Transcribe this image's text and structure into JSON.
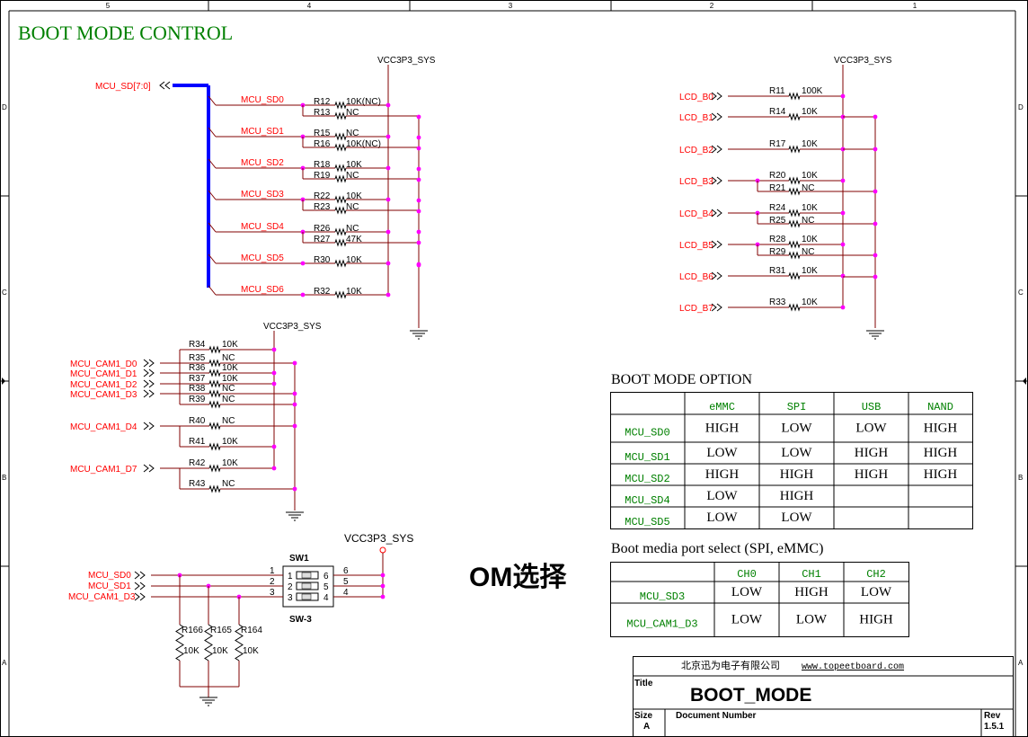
{
  "frame": {
    "col_numbers": [
      "5",
      "4",
      "3",
      "2",
      "1"
    ],
    "row_letters_left": [
      "D",
      "C",
      "B",
      "A"
    ],
    "row_letters_right": [
      "D",
      "C",
      "B",
      "A"
    ]
  },
  "title": "BOOT MODE CONTROL",
  "power_labels": {
    "vcc_sd": "VCC3P3_SYS",
    "vcc_lcd": "VCC3P3_SYS",
    "vcc_cam": "VCC3P3_SYS",
    "vcc_sw": "VCC3P3_SYS"
  },
  "sd_bus": {
    "bus_label": "MCU_SD[7:0]",
    "nets": [
      {
        "net": "MCU_SD0",
        "r1": "R12",
        "v1": "10K(NC)",
        "r2": "R13",
        "v2": "NC"
      },
      {
        "net": "MCU_SD1",
        "r1": "R15",
        "v1": "NC",
        "r2": "R16",
        "v2": "10K(NC)"
      },
      {
        "net": "MCU_SD2",
        "r1": "R18",
        "v1": "10K",
        "r2": "R19",
        "v2": "NC"
      },
      {
        "net": "MCU_SD3",
        "r1": "R22",
        "v1": "10K",
        "r2": "R23",
        "v2": "NC"
      },
      {
        "net": "MCU_SD4",
        "r1": "R26",
        "v1": "NC",
        "r2": "R27",
        "v2": "47K"
      },
      {
        "net": "MCU_SD5",
        "r1": "R30",
        "v1": "10K",
        "r2": "",
        "v2": ""
      },
      {
        "net": "MCU_SD6",
        "r1": "R32",
        "v1": "10K",
        "r2": "",
        "v2": ""
      }
    ]
  },
  "lcd": {
    "nets": [
      {
        "net": "LCD_B0",
        "r1": "R11",
        "v1": "100K",
        "r2": "",
        "v2": ""
      },
      {
        "net": "LCD_B1",
        "r1": "R14",
        "v1": "10K",
        "r2": "",
        "v2": ""
      },
      {
        "net": "LCD_B2",
        "r1": "R17",
        "v1": "10K",
        "r2": "",
        "v2": ""
      },
      {
        "net": "LCD_B3",
        "r1": "R20",
        "v1": "10K",
        "r2": "R21",
        "v2": "NC"
      },
      {
        "net": "LCD_B4",
        "r1": "R24",
        "v1": "10K",
        "r2": "R25",
        "v2": "NC"
      },
      {
        "net": "LCD_B5",
        "r1": "R28",
        "v1": "10K",
        "r2": "R29",
        "v2": "NC"
      },
      {
        "net": "LCD_B6",
        "r1": "R31",
        "v1": "10K",
        "r2": "",
        "v2": ""
      },
      {
        "net": "LCD_B7",
        "r1": "R33",
        "v1": "10K",
        "r2": "",
        "v2": ""
      }
    ]
  },
  "cam": {
    "nets": [
      {
        "net": "MCU_CAM1_D0",
        "r": "R34",
        "v": "10K"
      },
      {
        "net": "MCU_CAM1_D1",
        "r": "R35",
        "v": "NC"
      },
      {
        "net": "MCU_CAM1_D2",
        "r": "R36",
        "v": "10K"
      },
      {
        "net": "MCU_CAM1_D3",
        "r": "R37",
        "v": "10K"
      },
      {
        "net": "",
        "r": "R38",
        "v": "NC"
      },
      {
        "net": "",
        "r": "R39",
        "v": "NC"
      },
      {
        "net": "MCU_CAM1_D4",
        "r": "R40",
        "v": "NC"
      },
      {
        "net": "",
        "r": "R41",
        "v": "10K"
      },
      {
        "net": "MCU_CAM1_D7",
        "r": "R42",
        "v": "10K"
      },
      {
        "net": "",
        "r": "R43",
        "v": "NC"
      }
    ]
  },
  "sw": {
    "ref": "SW1",
    "part": "SW-3",
    "pins_left": [
      "1",
      "2",
      "3"
    ],
    "pins_in": [
      "6",
      "5",
      "4"
    ],
    "pins_in_left": [
      "1",
      "2",
      "3"
    ],
    "pins_right": [
      "6",
      "5",
      "4"
    ],
    "nets": [
      "MCU_SD0",
      "MCU_SD1",
      "MCU_CAM1_D3"
    ],
    "pulldowns": [
      {
        "r": "R166",
        "v": "10K"
      },
      {
        "r": "R165",
        "v": "10K"
      },
      {
        "r": "R164",
        "v": "10K"
      }
    ]
  },
  "om_label": "OM选择",
  "boot_option": {
    "title": "BOOT MODE OPTION",
    "headers": [
      "",
      "eMMC",
      "SPI",
      "USB",
      "NAND"
    ],
    "rows": [
      [
        "MCU_SD0",
        "HIGH",
        "LOW",
        "LOW",
        "HIGH"
      ],
      [
        "MCU_SD1",
        "LOW",
        "LOW",
        "HIGH",
        "HIGH"
      ],
      [
        "MCU_SD2",
        "HIGH",
        "HIGH",
        "HIGH",
        "HIGH"
      ],
      [
        "MCU_SD4",
        "LOW",
        "HIGH",
        "",
        ""
      ],
      [
        "MCU_SD5",
        "LOW",
        "LOW",
        "",
        ""
      ]
    ]
  },
  "port_select": {
    "title": "Boot media port select (SPI, eMMC)",
    "headers": [
      "",
      "CH0",
      "CH1",
      "CH2"
    ],
    "rows": [
      [
        "MCU_SD3",
        "LOW",
        "HIGH",
        "LOW"
      ],
      [
        "MCU_CAM1_D3",
        "LOW",
        "LOW",
        "HIGH"
      ]
    ]
  },
  "title_block": {
    "company": "北京迅为电子有限公司",
    "url": "www.topeetboard.com",
    "title_label": "Title",
    "title": "BOOT_MODE",
    "size_label": "Size",
    "size": "A",
    "docnum_label": "Document Number",
    "rev_label": "Rev",
    "rev": "1.5.1"
  },
  "colors": {
    "wire": "#800000",
    "net": "#ff0000",
    "junction": "#ff00ff",
    "bus": "#0000ff",
    "title": "#008000",
    "table_head": "#008000",
    "text": "#000000"
  }
}
